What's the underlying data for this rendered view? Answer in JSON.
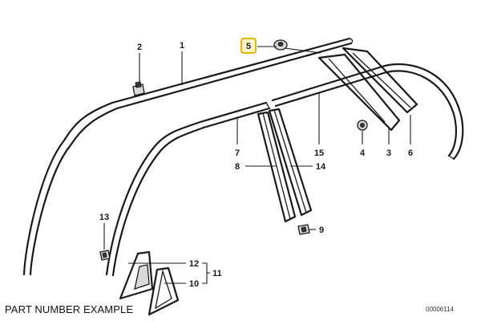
{
  "callouts": {
    "p1": "1",
    "p2": "2",
    "p3": "3",
    "p4": "4",
    "p5": "5",
    "p6": "6",
    "p7": "7",
    "p8": "8",
    "p9": "9",
    "p10": "10",
    "p11": "11",
    "p12": "12",
    "p13": "13",
    "p14": "14",
    "p15": "15"
  },
  "highlighted_callout": "5",
  "caption": "PART NUMBER EXAMPLE",
  "drawing_code": "00006114",
  "colors": {
    "highlight_border": "#e0b400",
    "highlight_fill": "#fff7c2",
    "line": "#1a1a1a"
  }
}
